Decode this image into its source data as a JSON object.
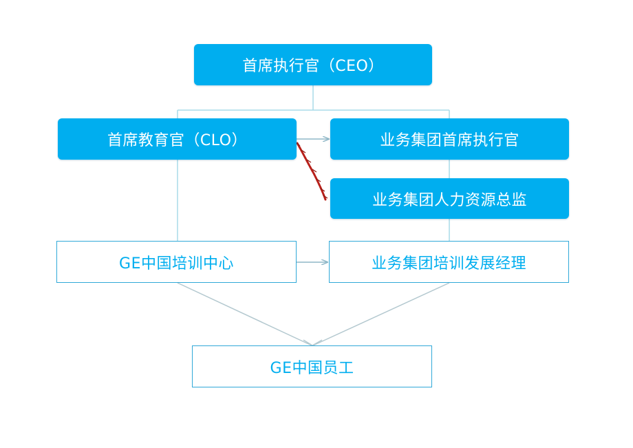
{
  "org_chart": {
    "nodes": {
      "ceo": "首席执行官（CEO）",
      "clo": "首席教育官（CLO）",
      "bu_ceo": "业务集团首席执行官",
      "bu_hr_director": "业务集团人力资源总监",
      "ge_china_training_center": "GE中国培训中心",
      "bu_training_dev_manager": "业务集团培训发展经理",
      "ge_china_employees": "GE中国员工"
    }
  },
  "colors": {
    "box_fill": "#00aeef",
    "box_text_on_fill": "#ffffff",
    "outline_text": "#00aeef",
    "outline_border": "#2fa8d8",
    "connector": "#a9dbe9",
    "arrow": "#8fb7c7",
    "red_pen_mark": "#b8201a"
  }
}
